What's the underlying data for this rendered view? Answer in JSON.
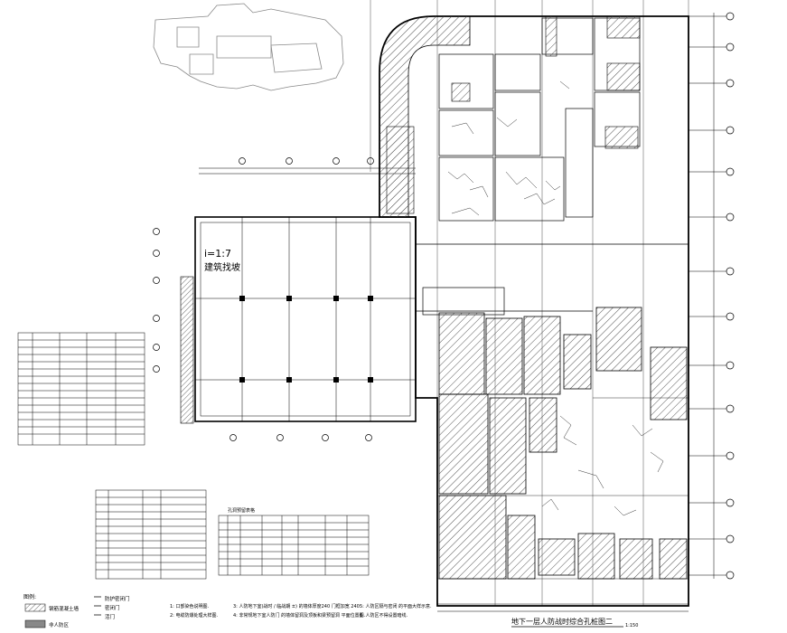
{
  "ramp_label": {
    "ratio": "i=1:7",
    "text": "建筑找坡"
  },
  "title_block": {
    "title": "地下一层人防战时综合孔桩图二",
    "scale": "1:150"
  },
  "notes": [
    "1: 口部染色说明图.",
    "2: 电缆防爆处理大样图.",
    "3: 人防地下室(战时 / 临战期 ±) 的墙体厚度240 门框加宽 240.",
    "4: 非常规地下室人防门 的墙体留洞及顶板和梁预留洞 平面位置图.",
    "5: 人防区隔与密闭 的平面大样示意.",
    "6: 人防区不得设置暗线."
  ],
  "legend": {
    "heading": "图例:",
    "items": [
      {
        "label": "钢筋混凝土墙"
      },
      {
        "label": "非人防区"
      },
      {
        "label": "防护密闭门"
      },
      {
        "label": "密闭门"
      },
      {
        "label": "活门"
      }
    ]
  },
  "equipment_table_title": "孔洞预留表格"
}
